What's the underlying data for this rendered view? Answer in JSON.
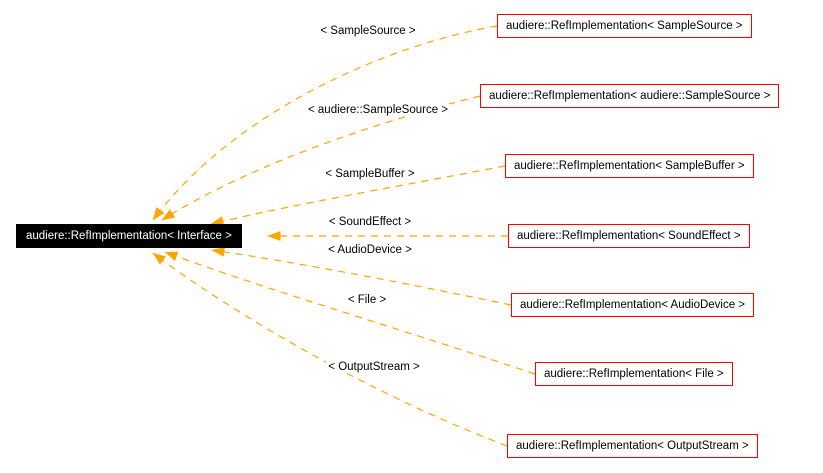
{
  "diagram": {
    "colors": {
      "background": "#ffffff",
      "edge": "#ffa500",
      "node_border": "#ff0000",
      "node_bg": "#ffffff",
      "node_text": "#000000",
      "center_bg": "#000000",
      "center_text": "#ffffff"
    },
    "center": {
      "label": "audiere::RefImplementation< Interface >"
    },
    "instantiations": [
      {
        "label": "audiere::RefImplementation< SampleSource >",
        "edge_label": "< SampleSource >"
      },
      {
        "label": "audiere::RefImplementation< audiere::SampleSource >",
        "edge_label": "< audiere::SampleSource >"
      },
      {
        "label": "audiere::RefImplementation< SampleBuffer >",
        "edge_label": "< SampleBuffer >"
      },
      {
        "label": "audiere::RefImplementation< SoundEffect >",
        "edge_label": "< SoundEffect >"
      },
      {
        "label": "audiere::RefImplementation< AudioDevice >",
        "edge_label": "< AudioDevice >"
      },
      {
        "label": "audiere::RefImplementation< File >",
        "edge_label": "< File >"
      },
      {
        "label": "audiere::RefImplementation< OutputStream >",
        "edge_label": "< OutputStream >"
      }
    ]
  }
}
